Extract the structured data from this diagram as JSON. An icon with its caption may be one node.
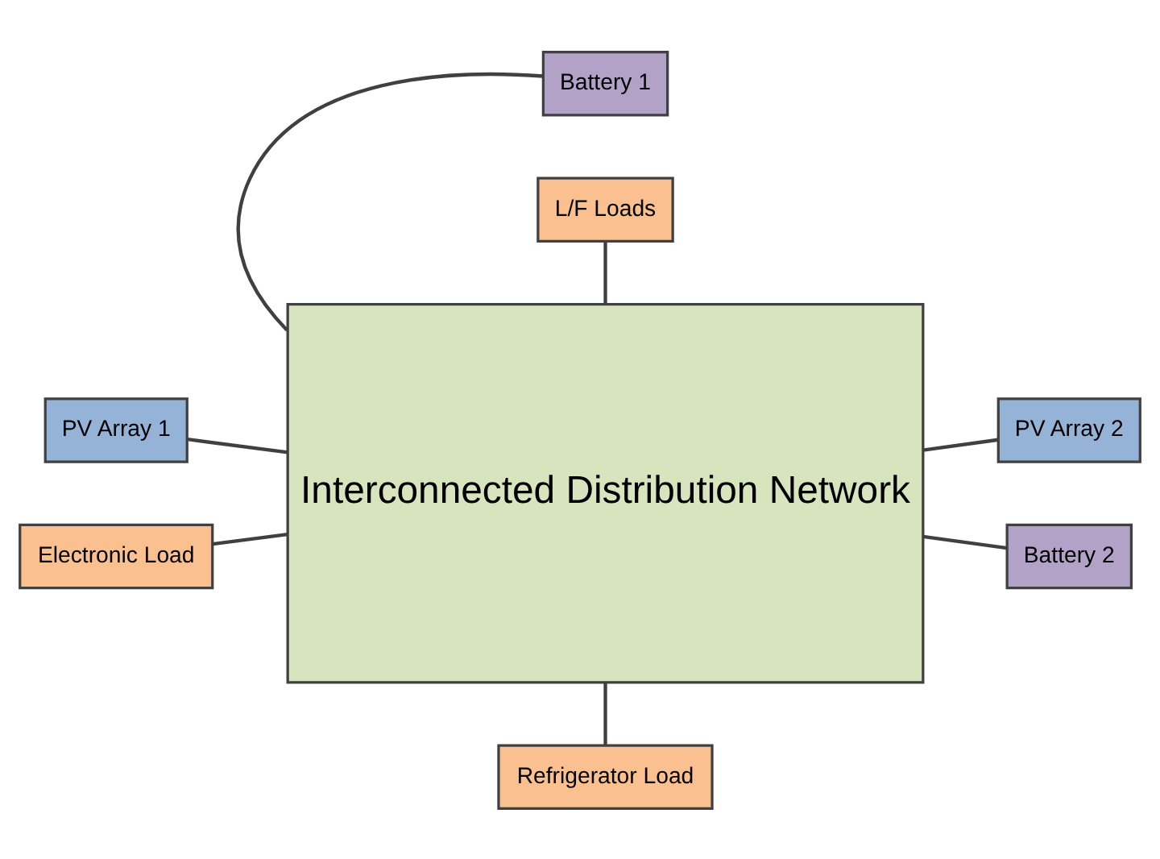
{
  "diagram": {
    "nodes": [
      {
        "text": [
          "Interconnected Distribution Network"
        ]
      },
      {
        "text": [
          "Battery 1"
        ]
      },
      {
        "text": [
          "L/F Loads"
        ]
      },
      {
        "text": [
          "PV Array 1"
        ]
      },
      {
        "text": [
          "PV Array 2"
        ]
      },
      {
        "text": [
          "Electronic Load"
        ]
      },
      {
        "text": [
          "Battery 2"
        ]
      },
      {
        "text": [
          "Refrigerator Load"
        ]
      }
    ],
    "edges": [
      {
        "from": 1,
        "to": 0,
        "arrow": "none"
      },
      {
        "from": 2,
        "to": 0,
        "arrow": "none"
      },
      {
        "from": 3,
        "to": 0,
        "arrow": "none"
      },
      {
        "from": 0,
        "to": 4,
        "arrow": "none"
      },
      {
        "from": 5,
        "to": 0,
        "arrow": "none"
      },
      {
        "from": 0,
        "to": 6,
        "arrow": "none"
      },
      {
        "from": 0,
        "to": 7,
        "arrow": "none"
      }
    ]
  }
}
